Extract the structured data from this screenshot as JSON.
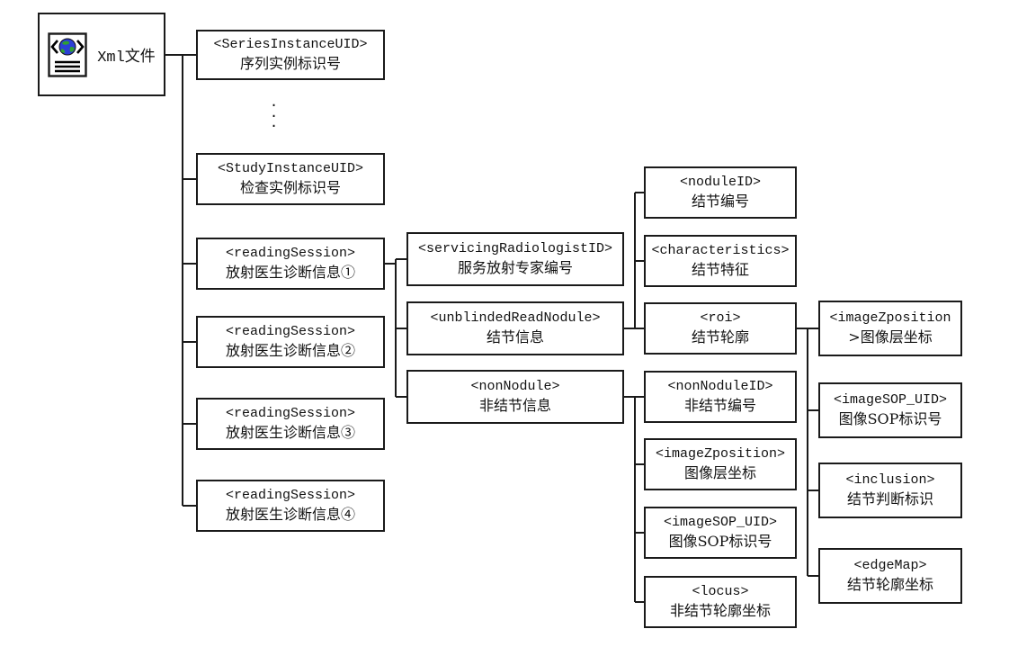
{
  "diagram": {
    "root": {
      "icon": "xml-file-icon",
      "label": "Xml文件"
    },
    "ellipsis": ".\n.\n.",
    "level1": {
      "series": {
        "tag": "<SeriesInstanceUID>",
        "label": "序列实例标识号"
      },
      "study": {
        "tag": "<StudyInstanceUID>",
        "label": "检查实例标识号"
      },
      "rs1": {
        "tag": "<readingSession>",
        "label": "放射医生诊断信息①"
      },
      "rs2": {
        "tag": "<readingSession>",
        "label": "放射医生诊断信息②"
      },
      "rs3": {
        "tag": "<readingSession>",
        "label": "放射医生诊断信息③"
      },
      "rs4": {
        "tag": "<readingSession>",
        "label": "放射医生诊断信息④"
      }
    },
    "level2": {
      "servicingRadiologistID": {
        "tag": "<servicingRadiologistID>",
        "label": "服务放射专家编号"
      },
      "unblindedReadNodule": {
        "tag": "<unblindedReadNodule>",
        "label": "结节信息"
      },
      "nonNodule": {
        "tag": "<nonNodule>",
        "label": "非结节信息"
      }
    },
    "level3_nodule": {
      "noduleID": {
        "tag": "<noduleID>",
        "label": "结节编号"
      },
      "characteristics": {
        "tag": "<characteristics>",
        "label": "结节特征"
      },
      "roi": {
        "tag": "<roi>",
        "label": "结节轮廓"
      }
    },
    "level3_nonNodule": {
      "nonNoduleID": {
        "tag": "<nonNoduleID>",
        "label": "非结节编号"
      },
      "imageZposition": {
        "tag": "<imageZposition>",
        "label": "图像层坐标"
      },
      "imageSOP_UID": {
        "tag": "<imageSOP_UID>",
        "label": "图像SOP标识号"
      },
      "locus": {
        "tag": "<locus>",
        "label": "非结节轮廓坐标"
      }
    },
    "level4_roi": {
      "imageZposition": {
        "tag": "<imageZposition",
        "label": ">图像层坐标"
      },
      "imageSOP_UID": {
        "tag": "<imageSOP_UID>",
        "label": "图像SOP标识号"
      },
      "inclusion": {
        "tag": "<inclusion>",
        "label": "结节判断标识"
      },
      "edgeMap": {
        "tag": "<edgeMap>",
        "label": "结节轮廓坐标"
      }
    },
    "relations": [
      {
        "parent": "Xml文件",
        "children": [
          "SeriesInstanceUID",
          "StudyInstanceUID",
          "readingSession①",
          "readingSession②",
          "readingSession③",
          "readingSession④"
        ]
      },
      {
        "parent": "readingSession①",
        "children": [
          "servicingRadiologistID",
          "unblindedReadNodule",
          "nonNodule"
        ]
      },
      {
        "parent": "unblindedReadNodule",
        "children": [
          "noduleID",
          "characteristics",
          "roi"
        ]
      },
      {
        "parent": "nonNodule",
        "children": [
          "nonNoduleID",
          "imageZposition",
          "imageSOP_UID",
          "locus"
        ]
      },
      {
        "parent": "roi",
        "children": [
          "imageZposition",
          "imageSOP_UID",
          "inclusion",
          "edgeMap"
        ]
      }
    ]
  },
  "colors": {
    "line": "#1a1a1a",
    "background": "#ffffff",
    "globe_blue": "#2b3fd6",
    "globe_green": "#2fa12f"
  }
}
